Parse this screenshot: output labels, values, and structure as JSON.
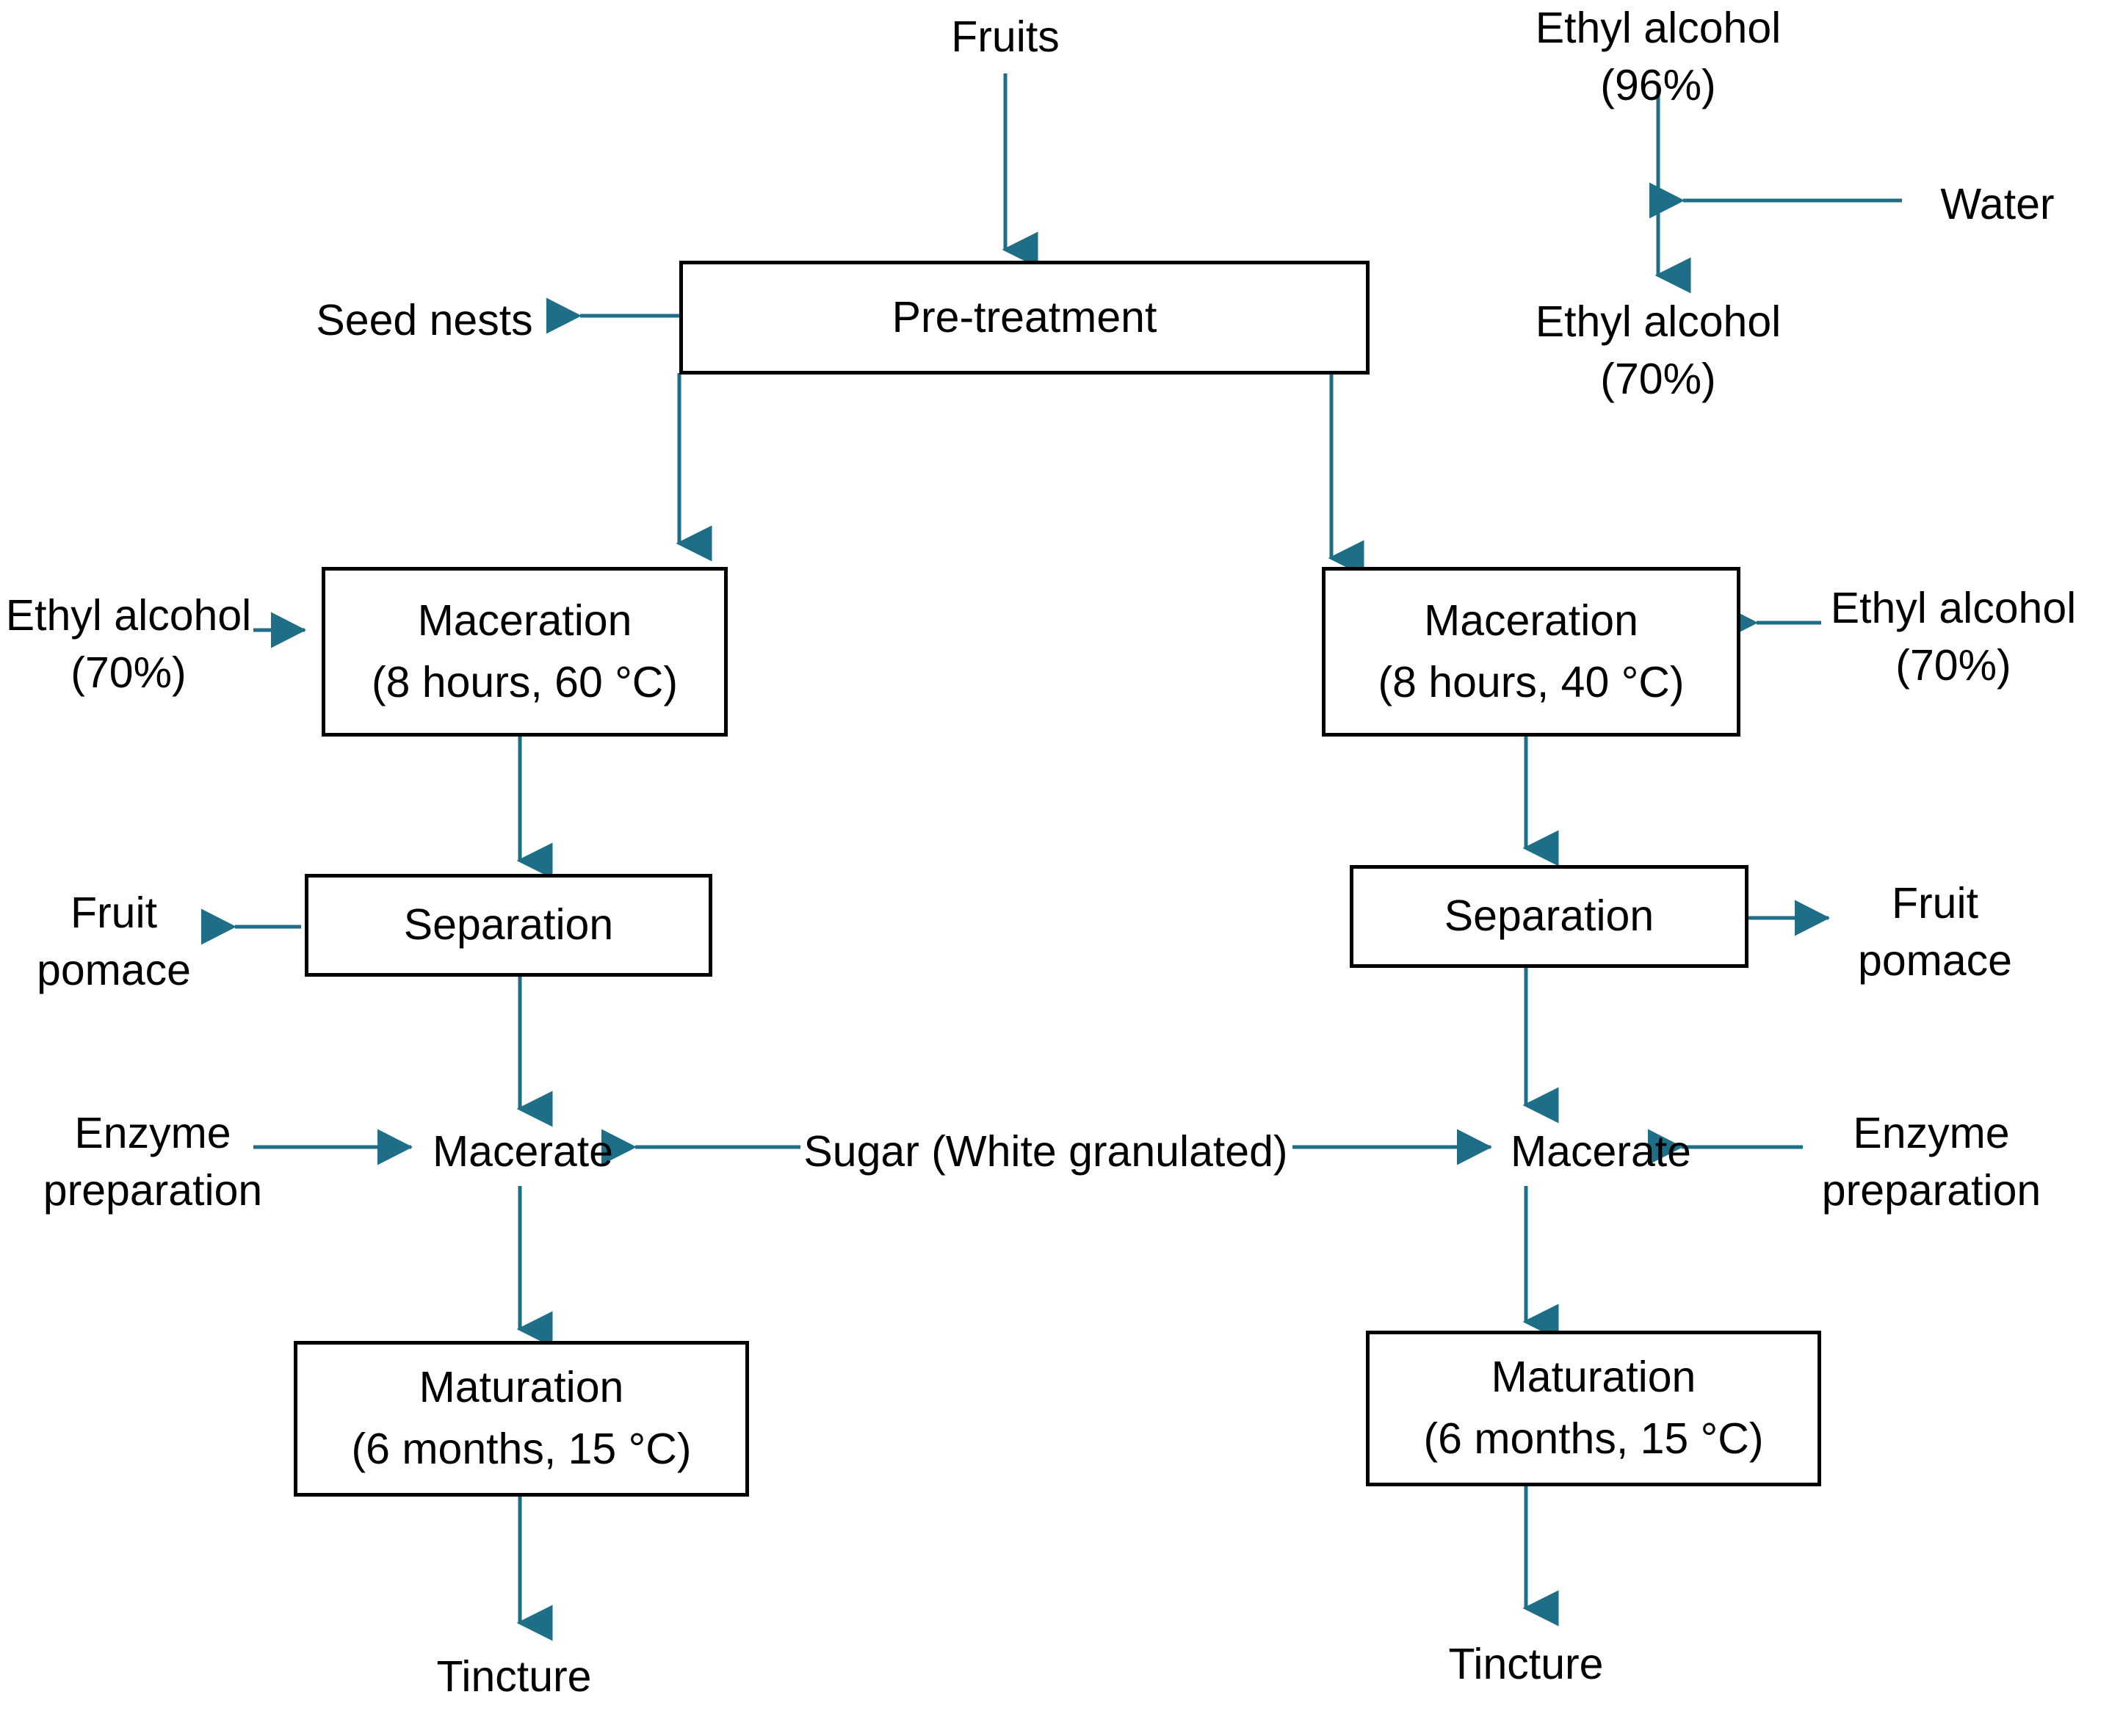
{
  "diagram": {
    "title": "Fruit tincture production flow diagram",
    "accent_color": "#1F6E87",
    "box_border_color": "#000000",
    "background_color": "#FFFFFF",
    "text_color": "#000000"
  },
  "nodes": {
    "fruits": {
      "label": "Fruits"
    },
    "ethyl_96": {
      "line1": "Ethyl alcohol",
      "line2": "(96%)"
    },
    "water": {
      "label": "Water"
    },
    "ethyl_70_top": {
      "line1": "Ethyl alcohol",
      "line2": "(70%)"
    },
    "pretreatment": {
      "label": "Pre-treatment"
    },
    "seed_nests": {
      "label": "Seed nests"
    },
    "maceration_left": {
      "line1": "Maceration",
      "line2": "(8 hours, 60 °C)"
    },
    "maceration_right": {
      "line1": "Maceration",
      "line2": "(8 hours, 40 °C)"
    },
    "ethyl_70_left": {
      "line1": "Ethyl alcohol",
      "line2": "(70%)"
    },
    "ethyl_70_right": {
      "line1": "Ethyl alcohol",
      "line2": "(70%)"
    },
    "separation_left": {
      "label": "Separation"
    },
    "separation_right": {
      "label": "Separation"
    },
    "pomace_left": {
      "line1": "Fruit",
      "line2": "pomace"
    },
    "pomace_right": {
      "line1": "Fruit",
      "line2": "pomace"
    },
    "macerate_left": {
      "label": "Macerate"
    },
    "macerate_right": {
      "label": "Macerate"
    },
    "enzyme_left": {
      "line1": "Enzyme",
      "line2": "preparation"
    },
    "enzyme_right": {
      "line1": "Enzyme",
      "line2": "preparation"
    },
    "sugar": {
      "label": "Sugar (White granulated)"
    },
    "maturation_left": {
      "line1": "Maturation",
      "line2": "(6 months, 15 °C)"
    },
    "maturation_right": {
      "line1": "Maturation",
      "line2": "(6 months, 15 °C)"
    },
    "tincture_left": {
      "label": "Tincture"
    },
    "tincture_right": {
      "label": "Tincture"
    }
  },
  "edges": [
    {
      "from": "fruits",
      "to": "pretreatment",
      "direction": "down"
    },
    {
      "from": "pretreatment",
      "to": "seed_nests",
      "direction": "left"
    },
    {
      "from": "pretreatment",
      "to": "maceration_left",
      "direction": "down"
    },
    {
      "from": "pretreatment",
      "to": "maceration_right",
      "direction": "down"
    },
    {
      "from": "ethyl_96",
      "to": "ethyl_70_top",
      "direction": "down"
    },
    {
      "from": "water",
      "to": "ethyl_mix_junction",
      "direction": "left"
    },
    {
      "from": "ethyl_70_left",
      "to": "maceration_left",
      "direction": "right"
    },
    {
      "from": "ethyl_70_right",
      "to": "maceration_right",
      "direction": "left"
    },
    {
      "from": "maceration_left",
      "to": "separation_left",
      "direction": "down"
    },
    {
      "from": "maceration_right",
      "to": "separation_right",
      "direction": "down"
    },
    {
      "from": "separation_left",
      "to": "pomace_left",
      "direction": "left"
    },
    {
      "from": "separation_right",
      "to": "pomace_right",
      "direction": "right"
    },
    {
      "from": "separation_left",
      "to": "macerate_left",
      "direction": "down"
    },
    {
      "from": "separation_right",
      "to": "macerate_right",
      "direction": "down"
    },
    {
      "from": "enzyme_left",
      "to": "macerate_left",
      "direction": "right"
    },
    {
      "from": "enzyme_right",
      "to": "macerate_right",
      "direction": "left"
    },
    {
      "from": "sugar",
      "to": "macerate_left",
      "direction": "left"
    },
    {
      "from": "sugar",
      "to": "macerate_right",
      "direction": "right"
    },
    {
      "from": "macerate_left",
      "to": "maturation_left",
      "direction": "down"
    },
    {
      "from": "macerate_right",
      "to": "maturation_right",
      "direction": "down"
    },
    {
      "from": "maturation_left",
      "to": "tincture_left",
      "direction": "down"
    },
    {
      "from": "maturation_right",
      "to": "tincture_right",
      "direction": "down"
    }
  ]
}
